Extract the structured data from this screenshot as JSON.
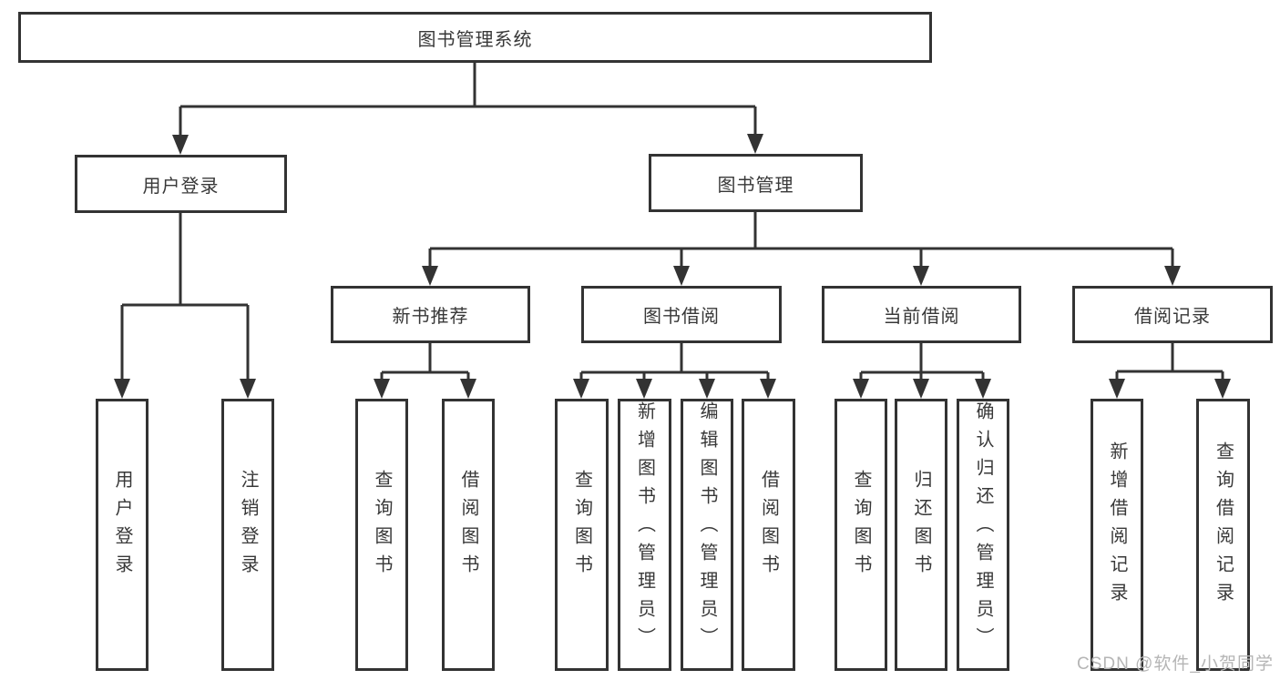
{
  "colors": {
    "line": "#333333",
    "node_border": "#333333",
    "node_text": "#383838",
    "background": "#ffffff",
    "watermark": "#b5b5b5"
  },
  "watermark": {
    "text": "CSDN @软件_小贺同学"
  },
  "tree": {
    "root": {
      "label": "图书管理系统"
    },
    "children": [
      {
        "label": "用户登录",
        "children": [
          {
            "label": "用户登录"
          },
          {
            "label": "注销登录"
          }
        ]
      },
      {
        "label": "图书管理",
        "children": [
          {
            "label": "新书推荐",
            "children": [
              {
                "label": "查询图书"
              },
              {
                "label": "借阅图书"
              }
            ]
          },
          {
            "label": "图书借阅",
            "children": [
              {
                "label": "查询图书"
              },
              {
                "label": "新增图书（管理员）"
              },
              {
                "label": "编辑图书（管理员）"
              },
              {
                "label": "借阅图书"
              }
            ]
          },
          {
            "label": "当前借阅",
            "children": [
              {
                "label": "查询图书"
              },
              {
                "label": "归还图书"
              },
              {
                "label": "确认归还（管理员）"
              }
            ]
          },
          {
            "label": "借阅记录",
            "children": [
              {
                "label": "新增借阅记录"
              },
              {
                "label": "查询借阅记录"
              }
            ]
          }
        ]
      }
    ]
  }
}
